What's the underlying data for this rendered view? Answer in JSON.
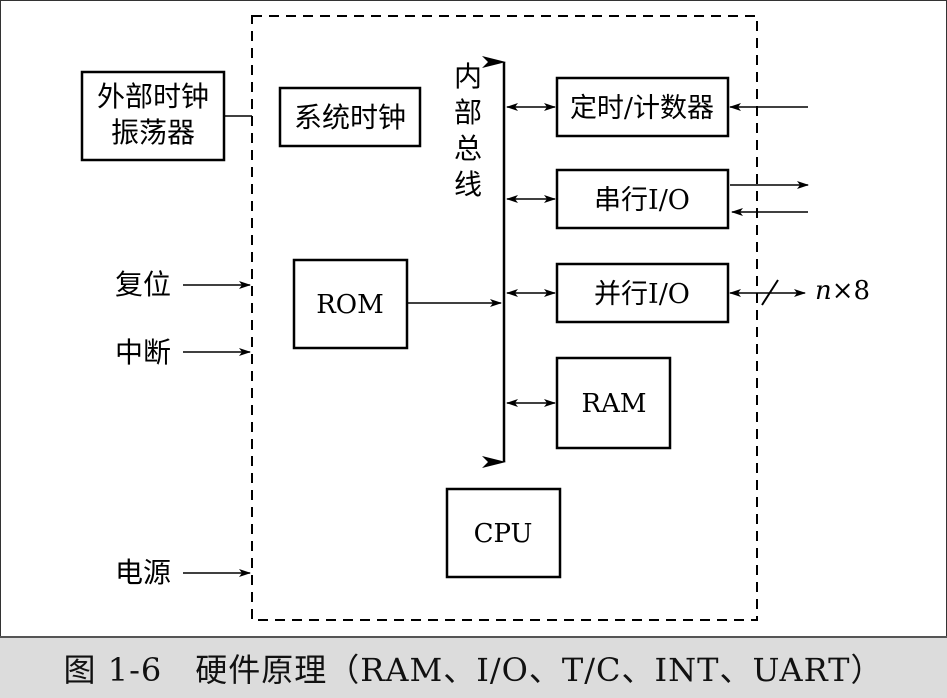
{
  "blocks": {
    "ext_clock_line1": "外部时钟",
    "ext_clock_line2": "振荡器",
    "sys_clock": "系统时钟",
    "bus_chars": [
      "内",
      "部",
      "总",
      "线"
    ],
    "timer": "定时/计数器",
    "serial": "串行I/O",
    "parallel": "并行I/O",
    "rom": "ROM",
    "ram": "RAM",
    "cpu": "CPU"
  },
  "signals": {
    "reset": "复位",
    "interrupt": "中断",
    "power": "电源",
    "parallel_width_n": "n",
    "parallel_width_rest": "×8"
  },
  "caption": "图 1-6　硬件原理（RAM、I/O、T/C、INT、UART）"
}
